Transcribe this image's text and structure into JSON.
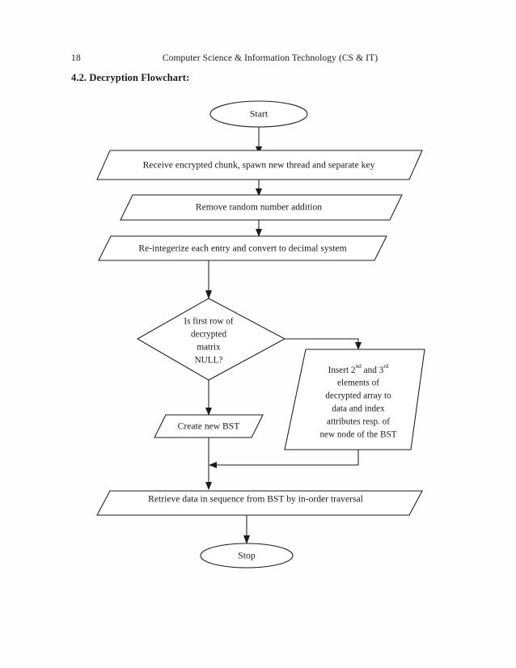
{
  "header": {
    "page_number": "18",
    "running_head": "Computer Science & Information Technology (CS & IT)"
  },
  "section": {
    "title": "4.2. Decryption Flowchart:"
  },
  "flowchart": {
    "title": "Decryption Flowchart",
    "nodes": {
      "start": {
        "shape": "terminal",
        "label": "Start"
      },
      "receive": {
        "shape": "parallelogram",
        "label": "Receive encrypted chunk, spawn new thread and separate key"
      },
      "remove_random": {
        "shape": "parallelogram",
        "label": "Remove random number addition"
      },
      "reintegerize": {
        "shape": "parallelogram",
        "label": "Re-integerize each entry and convert to decimal system"
      },
      "decision": {
        "shape": "diamond",
        "lines": [
          "Is first row of",
          "decrypted",
          "matrix",
          "NULL?"
        ]
      },
      "create_bst": {
        "shape": "parallelogram",
        "label": "Create new BST"
      },
      "insert_node": {
        "shape": "parallelogram",
        "lines": [
          "Insert 2nd and 3rd",
          "elements of",
          "decrypted array to",
          "data and index",
          "attributes resp. of",
          "new node of the BST"
        ],
        "line1_parts": {
          "a": "Insert 2",
          "sup1": "nd",
          "b": " and 3",
          "sup2": "rd"
        }
      },
      "retrieve": {
        "shape": "parallelogram",
        "label": "Retrieve data in sequence from BST by in-order traversal"
      },
      "stop": {
        "shape": "terminal",
        "label": "Stop"
      }
    },
    "colors": {
      "ink": "#1c1c1c",
      "fill": "#ffffff",
      "paper": "#fefefe"
    }
  }
}
